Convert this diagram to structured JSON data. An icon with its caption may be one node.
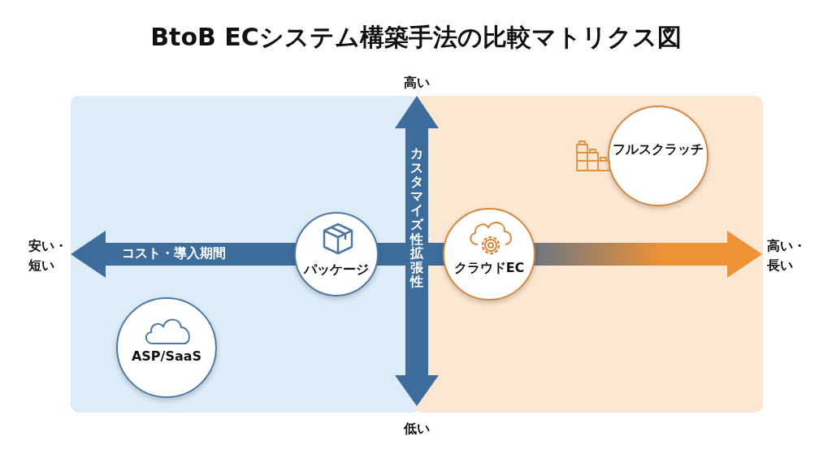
{
  "diagram": {
    "title": "BtoB ECシステム構築手法の比較マトリクス図",
    "nodes": [
      {
        "text": [
          "パッケージ"
        ]
      },
      {
        "text": [
          "クラウドEC"
        ]
      },
      {
        "text": [
          "フルスクラッチ"
        ]
      },
      {
        "text": [
          "ASP/SaaS"
        ]
      }
    ],
    "labels": [
      "高い",
      "安い・短い",
      "コスト・導入期間",
      "カスタマイズ性・拡張性",
      "高い・長い",
      "低い"
    ]
  }
}
